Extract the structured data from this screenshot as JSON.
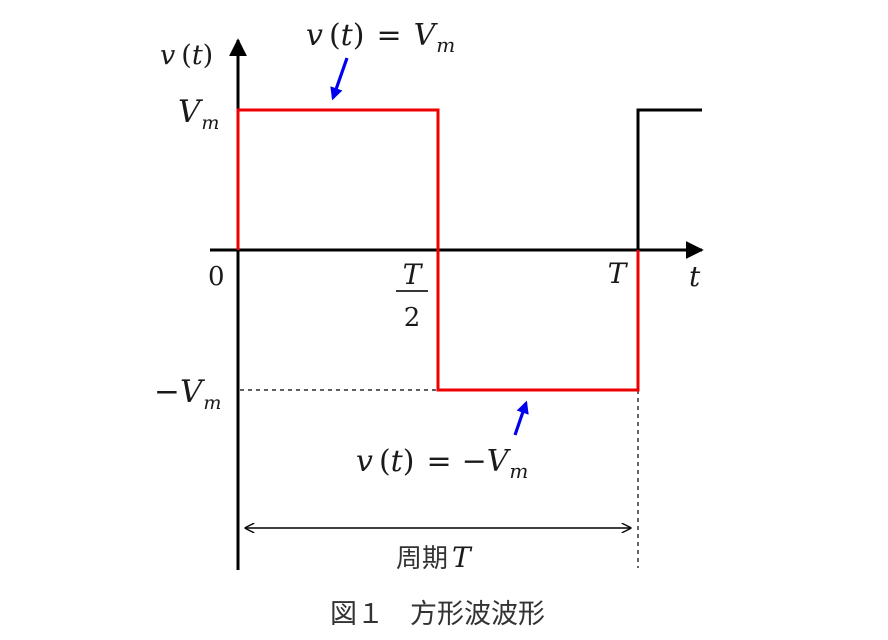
{
  "axes": {
    "y_label": {
      "base": "v",
      "paren_open": "(",
      "arg": "t",
      "paren_close": ")"
    },
    "x_label": "t"
  },
  "ticks": {
    "y_top": {
      "base": "V",
      "sub": "m"
    },
    "y_bottom": {
      "sign": "−",
      "base": "V",
      "sub": "m"
    },
    "origin": "0",
    "half_period": {
      "num": "T",
      "den": "2"
    },
    "period": "T"
  },
  "annotations": {
    "upper": {
      "lhs": "v",
      "po": "(",
      "arg": "t",
      "pc": ")",
      "eq": "=",
      "base": "V",
      "sub": "m"
    },
    "lower": {
      "lhs": "v",
      "po": "(",
      "arg": "t",
      "pc": ")",
      "eq": "=",
      "sign": "−",
      "base": "V",
      "sub": "m"
    }
  },
  "period_label": {
    "text": "周期",
    "sym": "T"
  },
  "caption": {
    "prefix": "図１",
    "title": "方形波波形"
  },
  "colors": {
    "axis": "#000000",
    "wave_highlight": "#ee0000",
    "wave_continuation": "#000000",
    "arrow": "#0000ee",
    "text": "#1a1a1a"
  }
}
